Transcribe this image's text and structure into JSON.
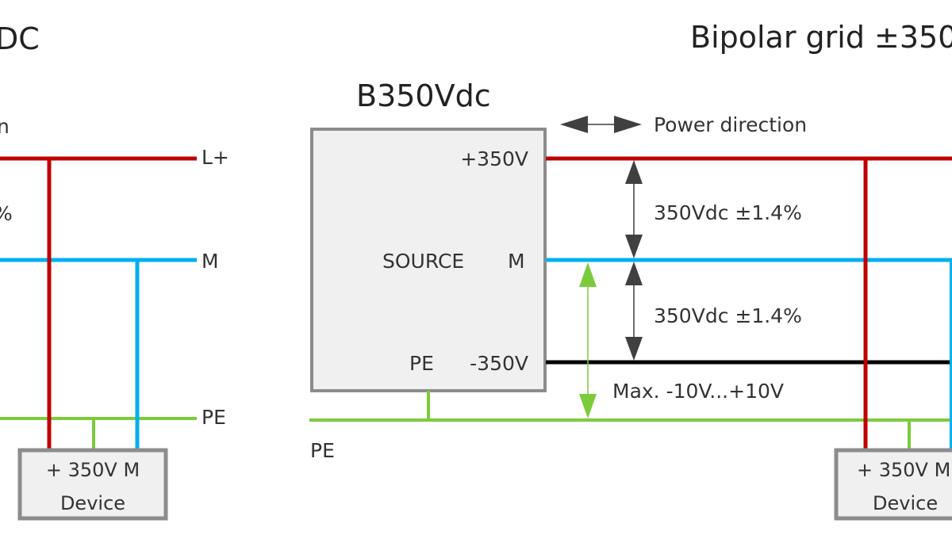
{
  "left_panel": {
    "title_fragment": "DC",
    "label_fragment_n": "n",
    "label_fragment_pct": "%",
    "rails": {
      "lplus": "L+",
      "m": "M",
      "pe": "PE"
    },
    "device": {
      "line1": "+ 350V M",
      "line2": "Device"
    }
  },
  "source": {
    "title": "B350Vdc",
    "plus": "+350V",
    "name": "SOURCE",
    "m": "M",
    "pe": "PE",
    "minus": "-350V",
    "pe_rail_label": "PE"
  },
  "right_panel": {
    "title": "Bipolar grid ±350",
    "power_direction": "Power direction",
    "upper_voltage": "350Vdc ±1.4%",
    "lower_voltage": "350Vdc ±1.4%",
    "pe_tolerance": "Max. -10V...+10V",
    "device": {
      "line1": "+ 350V M",
      "line2": "Device"
    }
  },
  "colors": {
    "positive": "#c00000",
    "mid": "#00b0f0",
    "pe": "#7ccb3c",
    "negative": "#000000",
    "arrow": "#404040",
    "box_stroke": "#8c8c8c",
    "box_fill": "#f0f0f0"
  }
}
